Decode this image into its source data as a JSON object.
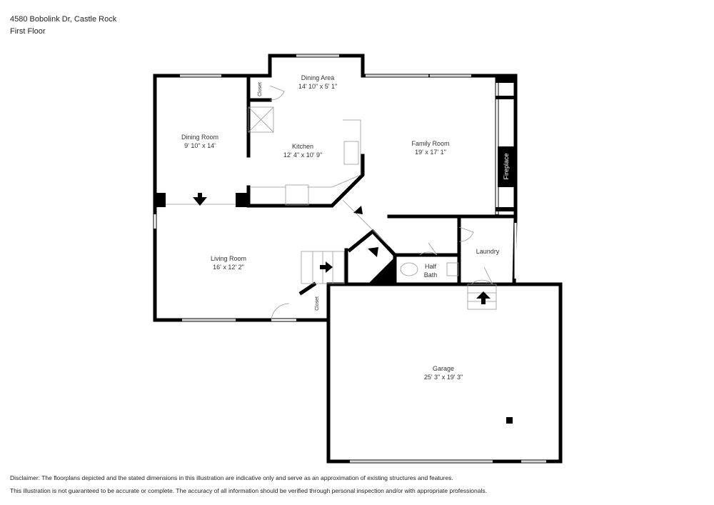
{
  "header": {
    "address": "4580 Bobolink Dr, Castle Rock",
    "floor": "First Floor"
  },
  "rooms": [
    {
      "name": "Dining Area",
      "dims": "14' 10\" x 5' 1\""
    },
    {
      "name": "Dining Room",
      "dims": "9' 10\" x 14'"
    },
    {
      "name": "Kitchen",
      "dims": "12' 4\" x 10' 9\""
    },
    {
      "name": "Family Room",
      "dims": "19' x 17' 1\""
    },
    {
      "name": "Living Room",
      "dims": "16' x 12' 2\""
    },
    {
      "name": "Garage",
      "dims": "25' 3\" x 19' 3\""
    }
  ],
  "labels": {
    "closet": "Closet",
    "fireplace": "Fireplace",
    "laundry": "Laundry",
    "half": "Half",
    "bath": "Bath"
  },
  "disclaimer": {
    "line1": "Disclaimer: The floorplans depicted and the stated dimensions in this illustration are indicative only and serve as an approximation of existing structures and features.",
    "line2": "This illustration is not guaranteed to be accurate or complete. The accuracy of all information should be verified through personal inspection and/or with appropriate professionals."
  }
}
